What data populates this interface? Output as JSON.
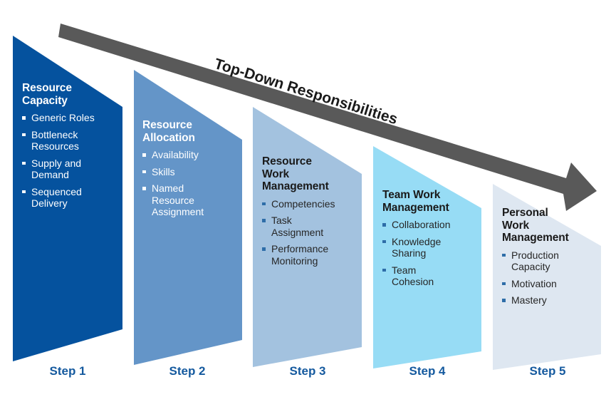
{
  "diagram": {
    "title_arrow": {
      "label": "Top-Down Responsibilities",
      "icon": "arrow-down-right-icon",
      "color": "#595959"
    },
    "background_color": "#FFFFFF",
    "step_label_color": "#14599E",
    "panels": [
      {
        "id": "panel-1",
        "title": "Resource\nCapacity",
        "step_label": "Step 1",
        "fill": "#05529E",
        "text_color": "#FFFFFF",
        "bullet_color": "#FFFFFF",
        "bullets": [
          "Generic Roles",
          "Bottleneck\nResources",
          "Supply and\nDemand",
          "Sequenced\nDelivery"
        ]
      },
      {
        "id": "panel-2",
        "title": "Resource\nAllocation",
        "step_label": "Step 2",
        "fill": "#6495C8",
        "text_color": "#FFFFFF",
        "bullet_color": "#FFFFFF",
        "bullets": [
          "Availability",
          "Skills",
          "Named\nResource\nAssignment"
        ]
      },
      {
        "id": "panel-3",
        "title": "Resource\nWork\nManagement",
        "step_label": "Step 3",
        "fill": "#A3C2DF",
        "text_color": "#262626",
        "bullet_color": "#2E6DA8",
        "bullets": [
          "Competencies",
          "Task\nAssignment",
          "Performance\nMonitoring"
        ]
      },
      {
        "id": "panel-4",
        "title": "Team Work\nManagement",
        "step_label": "Step 4",
        "fill": "#97DCF5",
        "text_color": "#262626",
        "bullet_color": "#2E6DA8",
        "bullets": [
          "Collaboration",
          "Knowledge\nSharing",
          "Team\nCohesion"
        ]
      },
      {
        "id": "panel-5",
        "title": "Personal\nWork\nManagement",
        "step_label": "Step 5",
        "fill": "#DEE7F1",
        "text_color": "#262626",
        "bullet_color": "#2E6DA8",
        "bullets": [
          "Production\nCapacity",
          "Motivation",
          "Mastery"
        ]
      }
    ]
  }
}
